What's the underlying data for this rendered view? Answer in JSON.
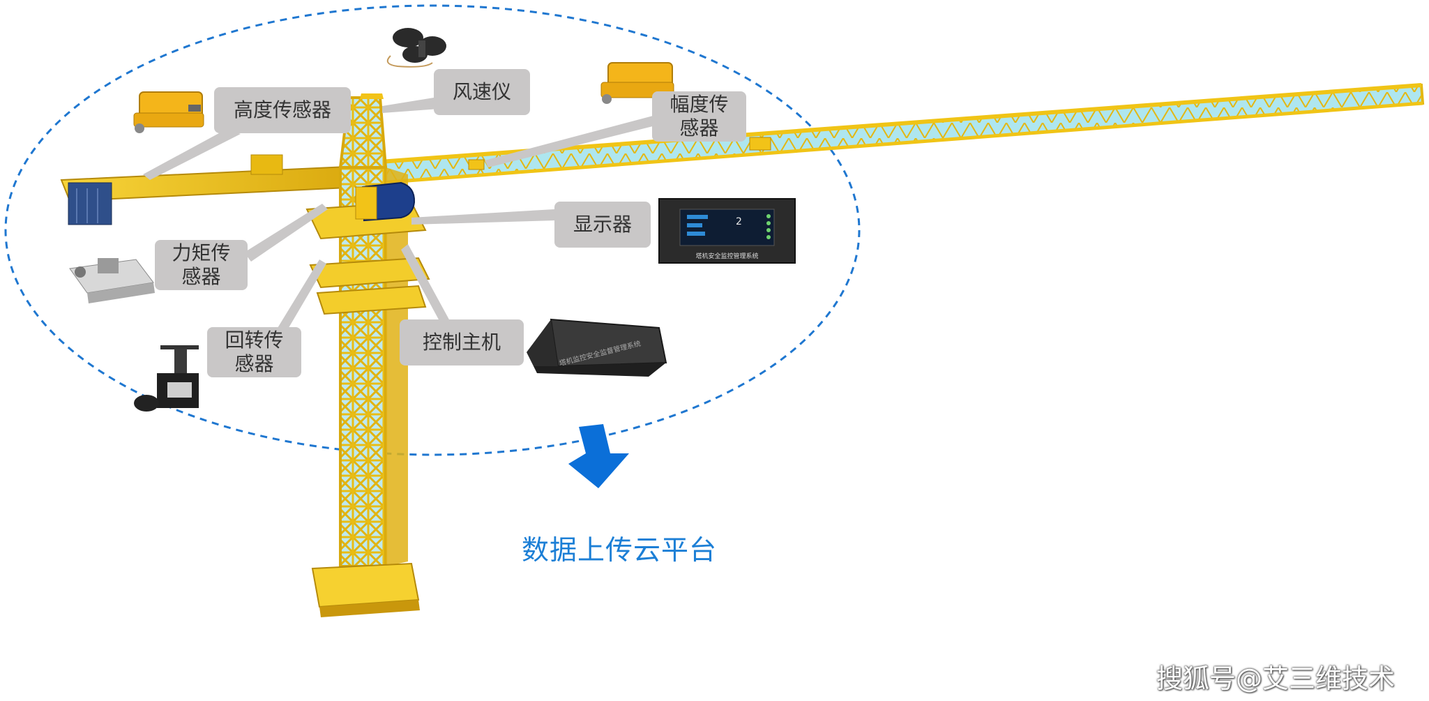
{
  "labels": {
    "height_sensor": "高度传感器",
    "anemometer": "风速仪",
    "amplitude_sensor": "幅度传\n感器",
    "display": "显示器",
    "torque_sensor": "力矩传\n感器",
    "slewing_sensor": "回转传\n感器",
    "control_host": "控制主机"
  },
  "display_caption": "塔机安全监控管理系统",
  "host_caption": "塔机监控安全监督管理系统",
  "cloud_upload": "数据上传云平台",
  "watermark": "搜狐号@艾三维技术",
  "colors": {
    "crane_yellow": "#f2c318",
    "crane_dark": "#b58a0a",
    "jib_cyan": "#a7e6ee",
    "callout_bg": "#c9c7c7",
    "dashed_ellipse": "#1f77d0",
    "arrow": "#0b6fd8",
    "cloud_text": "#1c7fd6"
  },
  "icons": [
    "height-sensor-device-icon",
    "anemometer-device-icon",
    "amplitude-sensor-device-icon",
    "display-device-icon",
    "torque-sensor-device-icon",
    "slewing-sensor-device-icon",
    "control-host-device-icon",
    "down-arrow-icon"
  ]
}
